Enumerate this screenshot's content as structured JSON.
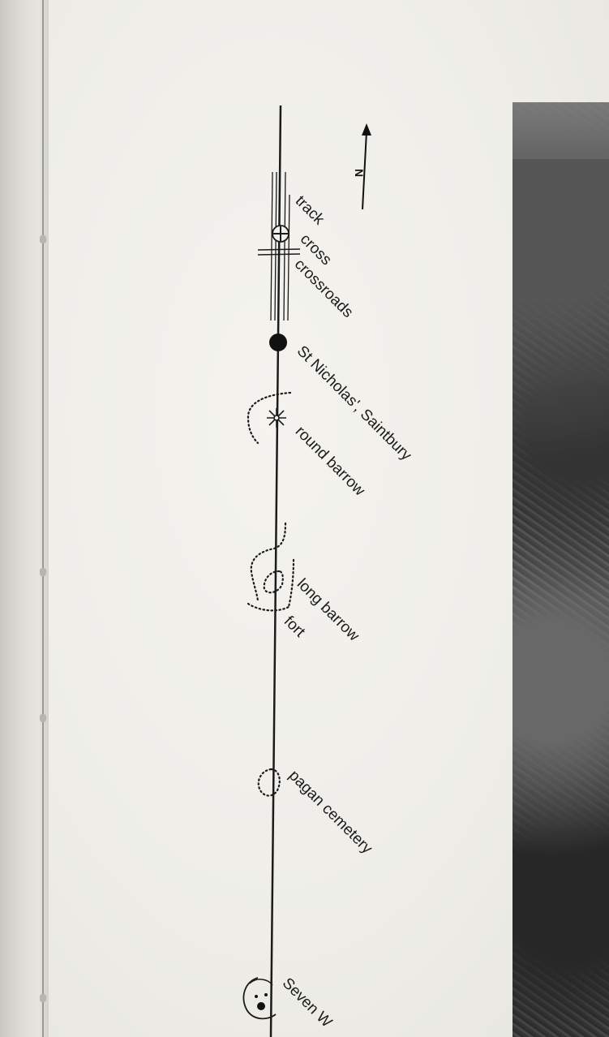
{
  "map": {
    "north_letter": "N",
    "labels": {
      "track": "track",
      "cross": "cross",
      "crossroads": "crossroads",
      "church": "St Nicholas', Saintbury",
      "round_barrow": "round barrow",
      "long_barrow": "long barrow",
      "fort": "fort",
      "pagan_cemetery": "pagan cemetery",
      "seven_wells": "Seven W"
    }
  },
  "colors": {
    "ink": "#1b1b1b",
    "paper": "#f1f0eb",
    "photo": "#555555"
  },
  "icons": [
    "north-arrow-icon",
    "cross-icon",
    "church-dot-icon",
    "round-barrow-star-icon"
  ]
}
